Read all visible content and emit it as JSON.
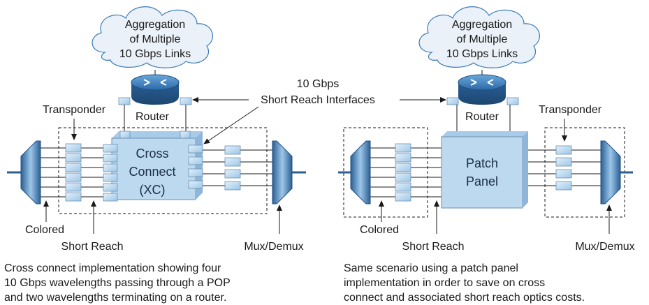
{
  "left": {
    "cloud": [
      "Aggregation",
      "of Multiple",
      "10 Gbps Links"
    ],
    "router_label": "Router",
    "transponder_label": "Transponder",
    "xc": [
      "Cross",
      "Connect",
      "(XC)"
    ],
    "colored_label": "Colored",
    "short_reach_label": "Short Reach",
    "mux_label": "Mux/Demux",
    "caption": [
      "Cross connect implementation showing four",
      "10 Gbps wavelengths passing through a POP",
      "and two wavelengths terminating on a router."
    ]
  },
  "center": {
    "interfaces": [
      "10 Gbps",
      "Short Reach Interfaces"
    ]
  },
  "right": {
    "cloud": [
      "Aggregation",
      "of Multiple",
      "10 Gbps Links"
    ],
    "router_label": "Router",
    "transponder_label": "Transponder",
    "panel": [
      "Patch",
      "Panel"
    ],
    "colored_label": "Colored",
    "short_reach_label": "Short Reach",
    "mux_label": "Mux/Demux",
    "caption": [
      "Same scenario using a patch panel",
      "implementation in order to save on cross",
      "connect and associated short reach optics costs."
    ]
  },
  "colors": {
    "cloud_fill": "#eaf1f8",
    "router_blue": "#2f6fae",
    "module_blue": "#b9d7ee",
    "box_blue": "#bcd9ef",
    "line": "#1a1a1a"
  }
}
